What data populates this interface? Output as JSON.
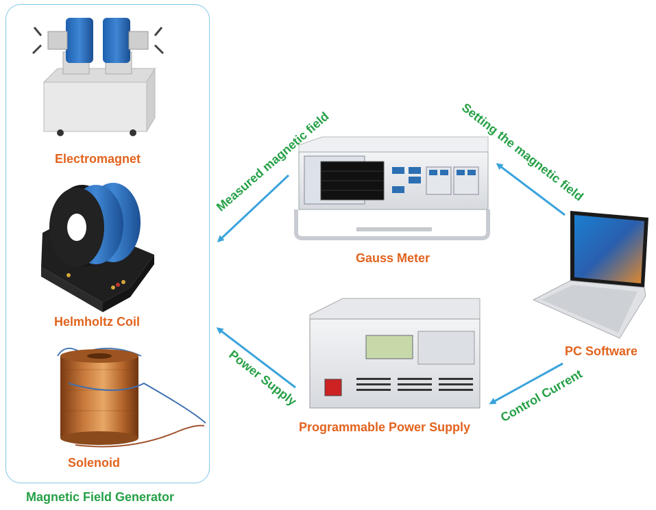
{
  "generator": {
    "title": "Magnetic Field Generator",
    "items": [
      {
        "label": "Electromagnet"
      },
      {
        "label": "Helmholtz Coil"
      },
      {
        "label": "Solenoid"
      }
    ]
  },
  "devices": {
    "gauss_meter": "Gauss Meter",
    "power_supply": "Programmable Power Supply",
    "pc": "PC Software"
  },
  "arrows": {
    "measured": "Measured magnetic field",
    "setting": "Setting the magnetic field",
    "power": "Power Supply",
    "control": "Control Current"
  },
  "colors": {
    "accent_orange": "#e2631e",
    "accent_green": "#25a046",
    "arrow_blue": "#3aa3dc",
    "border": "#7ec8e8"
  }
}
